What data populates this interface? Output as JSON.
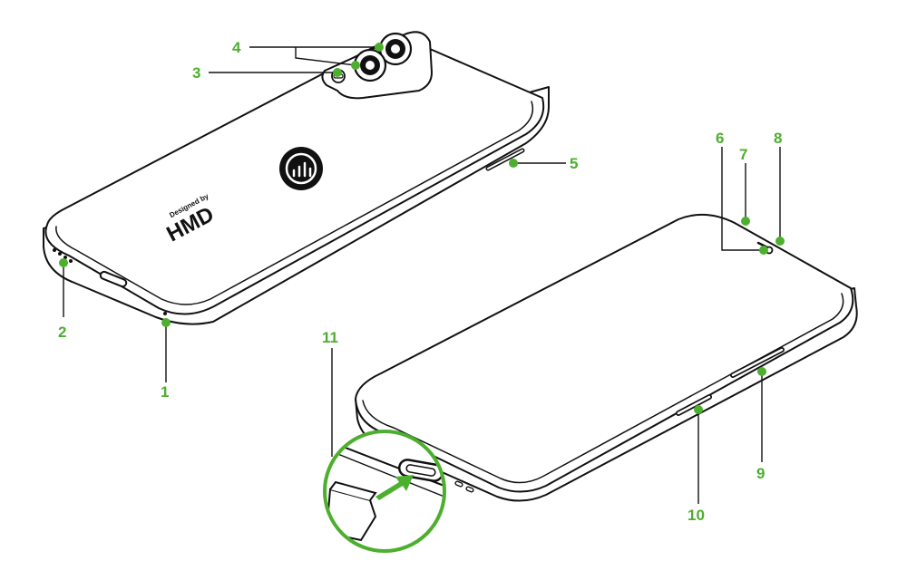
{
  "colors": {
    "accent": "#4caf2e",
    "outline": "#111111",
    "background": "#ffffff"
  },
  "brand": {
    "tagline": "Designed by",
    "logo_text": "HMD"
  },
  "callouts": [
    {
      "id": "1",
      "label": "1"
    },
    {
      "id": "2",
      "label": "2"
    },
    {
      "id": "3",
      "label": "3"
    },
    {
      "id": "4",
      "label": "4"
    },
    {
      "id": "5",
      "label": "5"
    },
    {
      "id": "6",
      "label": "6"
    },
    {
      "id": "7",
      "label": "7"
    },
    {
      "id": "8",
      "label": "8"
    },
    {
      "id": "9",
      "label": "9"
    },
    {
      "id": "10",
      "label": "10"
    },
    {
      "id": "11",
      "label": "11"
    }
  ]
}
